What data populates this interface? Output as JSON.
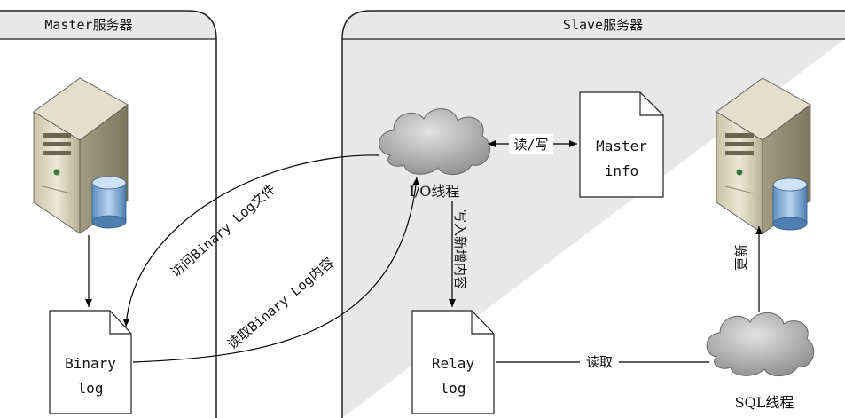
{
  "master_panel": {
    "title": "Master服务器"
  },
  "slave_panel": {
    "title": "Slave服务器"
  },
  "master_binary_log": {
    "line1": "Binary",
    "line2": "log"
  },
  "relay_log": {
    "line1": "Relay",
    "line2": "log"
  },
  "master_info": {
    "line1": "Master",
    "line2": "info"
  },
  "io_thread": {
    "label": "I/O线程"
  },
  "sql_thread": {
    "label": "SQL线程"
  },
  "edges": {
    "access_binlog": "访问Binary Log文件",
    "read_binlog": "读取Binary Log内容",
    "read_write": "读/写",
    "write_new_content": "写入新增内容",
    "read": "读取",
    "update": "更新"
  },
  "colors": {
    "header_fill": "#e8e8e8",
    "panel_border": "#222222",
    "cloud_fill": "#b8b8b8",
    "server_fill": "#d8d2b8",
    "db_fill": "#8fb4d8"
  }
}
